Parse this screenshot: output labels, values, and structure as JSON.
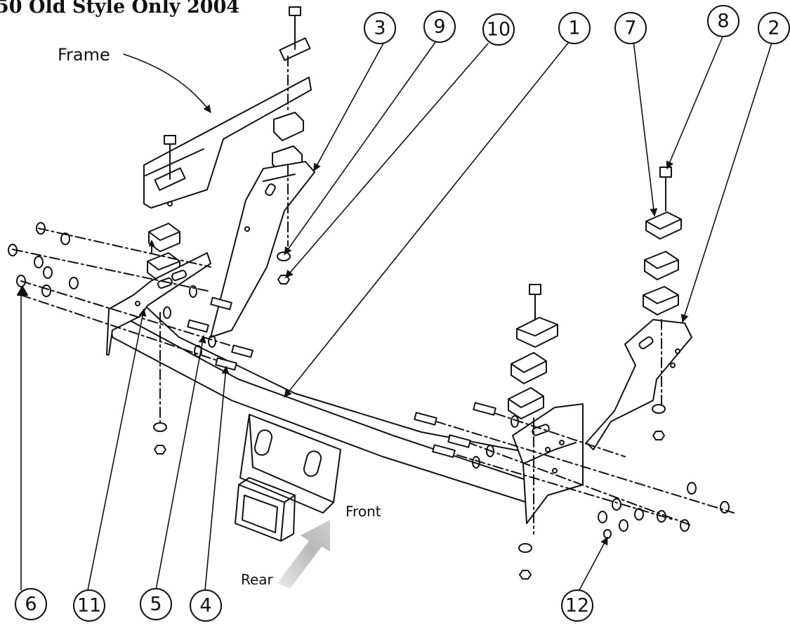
{
  "diagram": {
    "title": "50 Old Style Only 2004",
    "labels": {
      "frame": "Frame",
      "front": "Front",
      "rear": "Rear"
    },
    "callouts": [
      "1",
      "2",
      "3",
      "4",
      "5",
      "6",
      "7",
      "8",
      "9",
      "10",
      "11",
      "12"
    ],
    "colors": {
      "line": "#111111",
      "arrow": "#b8b8b8",
      "background": "#ffffff"
    }
  }
}
